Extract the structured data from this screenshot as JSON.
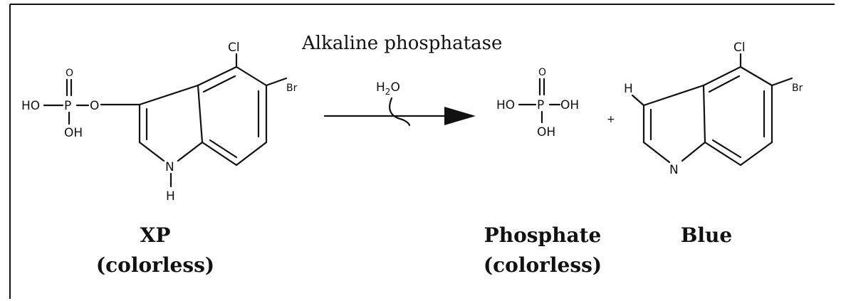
{
  "enzyme_label": "Alkaline phosphatase",
  "reagent": {
    "h": "H",
    "sub": "2",
    "o": "O"
  },
  "plus_sign": "+",
  "atoms": {
    "cl": "Cl",
    "br": "Br",
    "o": "O",
    "p": "P",
    "ho": "HO",
    "oh": "OH",
    "nh_n": "N",
    "nh_h": "H",
    "n": "N",
    "h": "H"
  },
  "captions": {
    "xp_name": "XP",
    "xp_note": "(colorless)",
    "phosphate_name": "Phosphate",
    "phosphate_note": "(colorless)",
    "blue_name": "Blue"
  }
}
